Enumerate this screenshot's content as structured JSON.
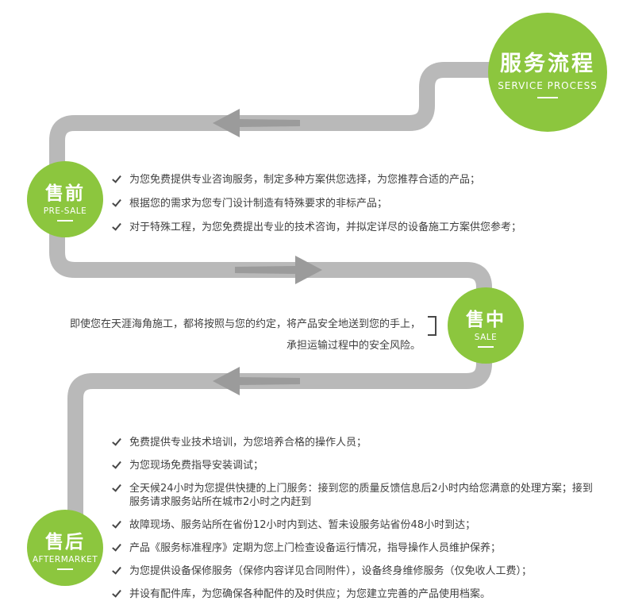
{
  "header": {
    "title": "服务流程",
    "subtitle": "SERVICE PROCESS"
  },
  "stages": [
    {
      "id": "pre-sale",
      "title": "售前",
      "subtitle": "PRE-SALE",
      "items": [
        "为您免费提供专业咨询服务，制定多种方案供您选择，为您推荐合适的产品；",
        "根据您的需求为您专门设计制造有特殊要求的非标产品；",
        "对于特殊工程，为您免费提出专业的技术咨询，并拟定详尽的设备施工方案供您参考；"
      ]
    },
    {
      "id": "sale",
      "title": "售中",
      "subtitle": "SALE",
      "lines": [
        "即使您在天涯海角施工，都将按照与您的约定，将产品安全地送到您的手上，",
        "承担运输过程中的安全风险。"
      ]
    },
    {
      "id": "aftermarket",
      "title": "售后",
      "subtitle": "AFTERMARKET",
      "items": [
        "免费提供专业技术培训，为您培养合格的操作人员；",
        "为您现场免费指导安装调试；",
        "全天候24小时为您提供快捷的上门服务：接到您的质量反馈信息后2小时内给您满意的处理方案；接到服务请求服务站所在城市2小时之内赶到",
        "故障现场、服务站所在省份12小时内到达、暂未设服务站省份48小时到达；",
        "产品《服务标准程序》定期为您上门检查设备运行情况，指导操作人员维护保养；",
        "为您提供设备保修服务（保修内容详见合同附件），设备终身维修服务（仅免收人工费）；",
        "并设有配件库，为您确保各种配件的及时供应；为您建立完善的产品使用档案。"
      ]
    }
  ],
  "colors": {
    "green": "#8cc63e",
    "path_gray": "#b9b9b9",
    "arrow_gray": "#9b9b9b",
    "text": "#3f3f3f"
  }
}
